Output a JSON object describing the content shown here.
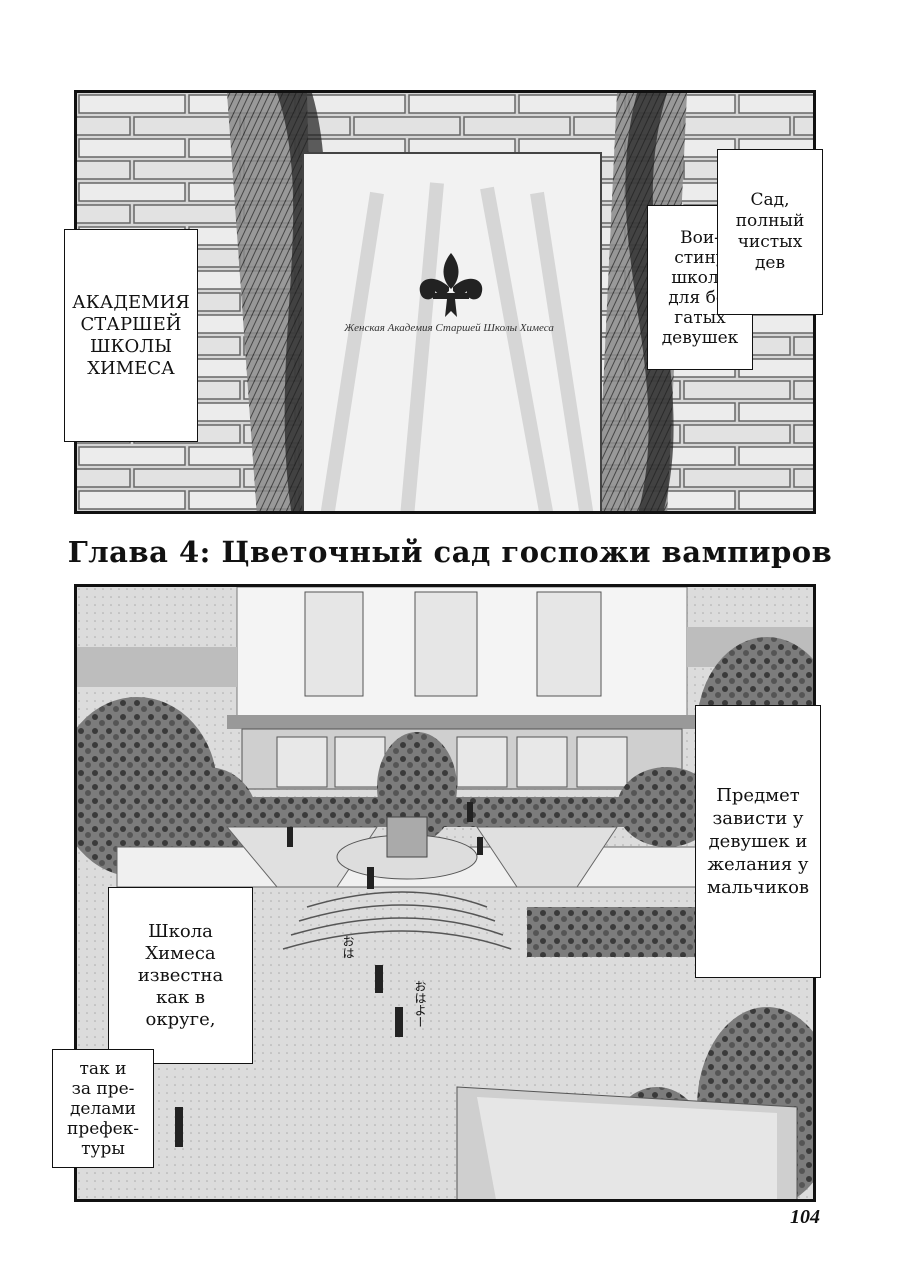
{
  "panel1": {
    "sign_caption": "Женская Академия Старшей Школы Химеса",
    "crest_icon": "fleur-de-lis-icon",
    "caption_academy": "АКАДЕМИЯ\nСТАРШЕЙ\nШКОЛЫ\nХИМЕСА",
    "caption_rich": "Вои-\nстину\nшкола\nдля бо-\nгатых\nдевушек",
    "caption_garden": "Сад,\nполный\nчистых\nдев"
  },
  "chapter_title": "Глава 4: Цветочный сад госпожи вампиров",
  "panel2": {
    "caption_envy": "Предмет\nзависти у\nдевушек и\nжелания у\nмальчиков",
    "caption_famous": "Школа\nХимеса\nизвестна\nкак в\nокруге,",
    "caption_prefecture": "так и\nза пре-\nделами\nпрефек-\nтуры",
    "sfx_1": "おは",
    "sfx_2": "おはよー"
  },
  "page_number": "104"
}
